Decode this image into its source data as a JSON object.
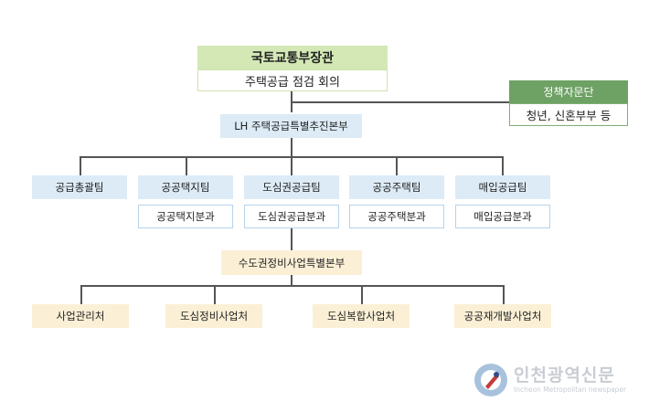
{
  "top": {
    "title": "국토교통부장관",
    "subtitle": "주택공급 점검 회의"
  },
  "advisory": {
    "title": "정책자문단",
    "subtitle": "청년, 신혼부부 등"
  },
  "hq": {
    "label": "LH 주택공급특별추진본부"
  },
  "teams": [
    {
      "label": "공급총괄팀"
    },
    {
      "label": "공공택지팀",
      "sub": "공공택지분과"
    },
    {
      "label": "도심권공급팀",
      "sub": "도심권공급분과"
    },
    {
      "label": "공공주택팀",
      "sub": "공공주택분과"
    },
    {
      "label": "매입공급팀",
      "sub": "매입공급분과"
    }
  ],
  "hq2": {
    "label": "수도권정비사업특별본부"
  },
  "offices": [
    {
      "label": "사업관리처"
    },
    {
      "label": "도심정비사업처"
    },
    {
      "label": "도심복합사업처"
    },
    {
      "label": "공공재개발사업처"
    }
  ],
  "watermark": {
    "name": "인천광역신문",
    "english": "Incheon Metropolitan newspaper"
  },
  "colors": {
    "green": "#d3e8b5",
    "dark_green": "#6ea264",
    "blue": "#dcebf6",
    "beige": "#fbf0d6",
    "line": "#555555"
  }
}
